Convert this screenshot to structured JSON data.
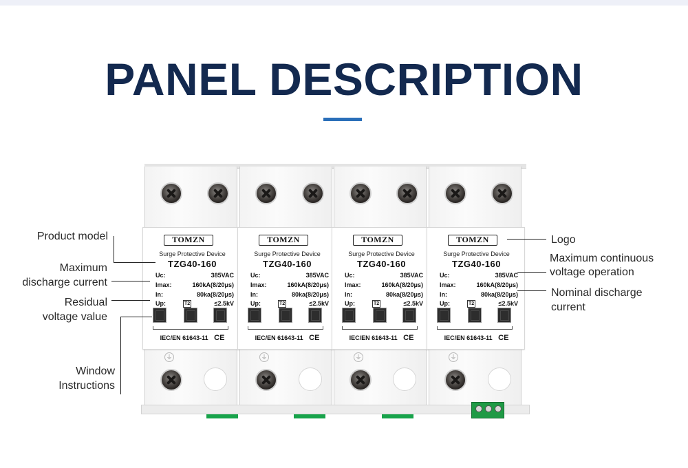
{
  "header": {
    "title": "PANEL DESCRIPTION"
  },
  "device": {
    "brand": "TOMZN",
    "subtitle": "Surge Protective Device",
    "model": "TZG40-160",
    "specs": {
      "uc_key": "Uc:",
      "uc_val": "385VAC",
      "imax_key": "Imax:",
      "imax_val": "160kA(8/20μs)",
      "in_key": "In:",
      "in_val": "80ka(8/20μs)",
      "up_key": "Up:",
      "up_class": "T2",
      "up_val": "≤2.5kV"
    },
    "standard": "IEC/EN 61643-11",
    "mark": "CE",
    "earth_symbol": "⏚",
    "module_count": 4
  },
  "annotations": {
    "product_model": "Product model",
    "max_discharge_l1": "Maximum",
    "max_discharge_l2": "discharge current",
    "residual_l1": "Residual",
    "residual_l2": "voltage value",
    "window_l1": "Window",
    "window_l2": "Instructions",
    "logo": "Logo",
    "max_cont_l1": "Maximum continuous",
    "max_cont_l2": "voltage operation",
    "nominal_l1": "Nominal discharge",
    "nominal_l2": "current"
  },
  "colors": {
    "title": "#13294f",
    "accent": "#2a6fb9",
    "din_clip": "#17a34a"
  }
}
